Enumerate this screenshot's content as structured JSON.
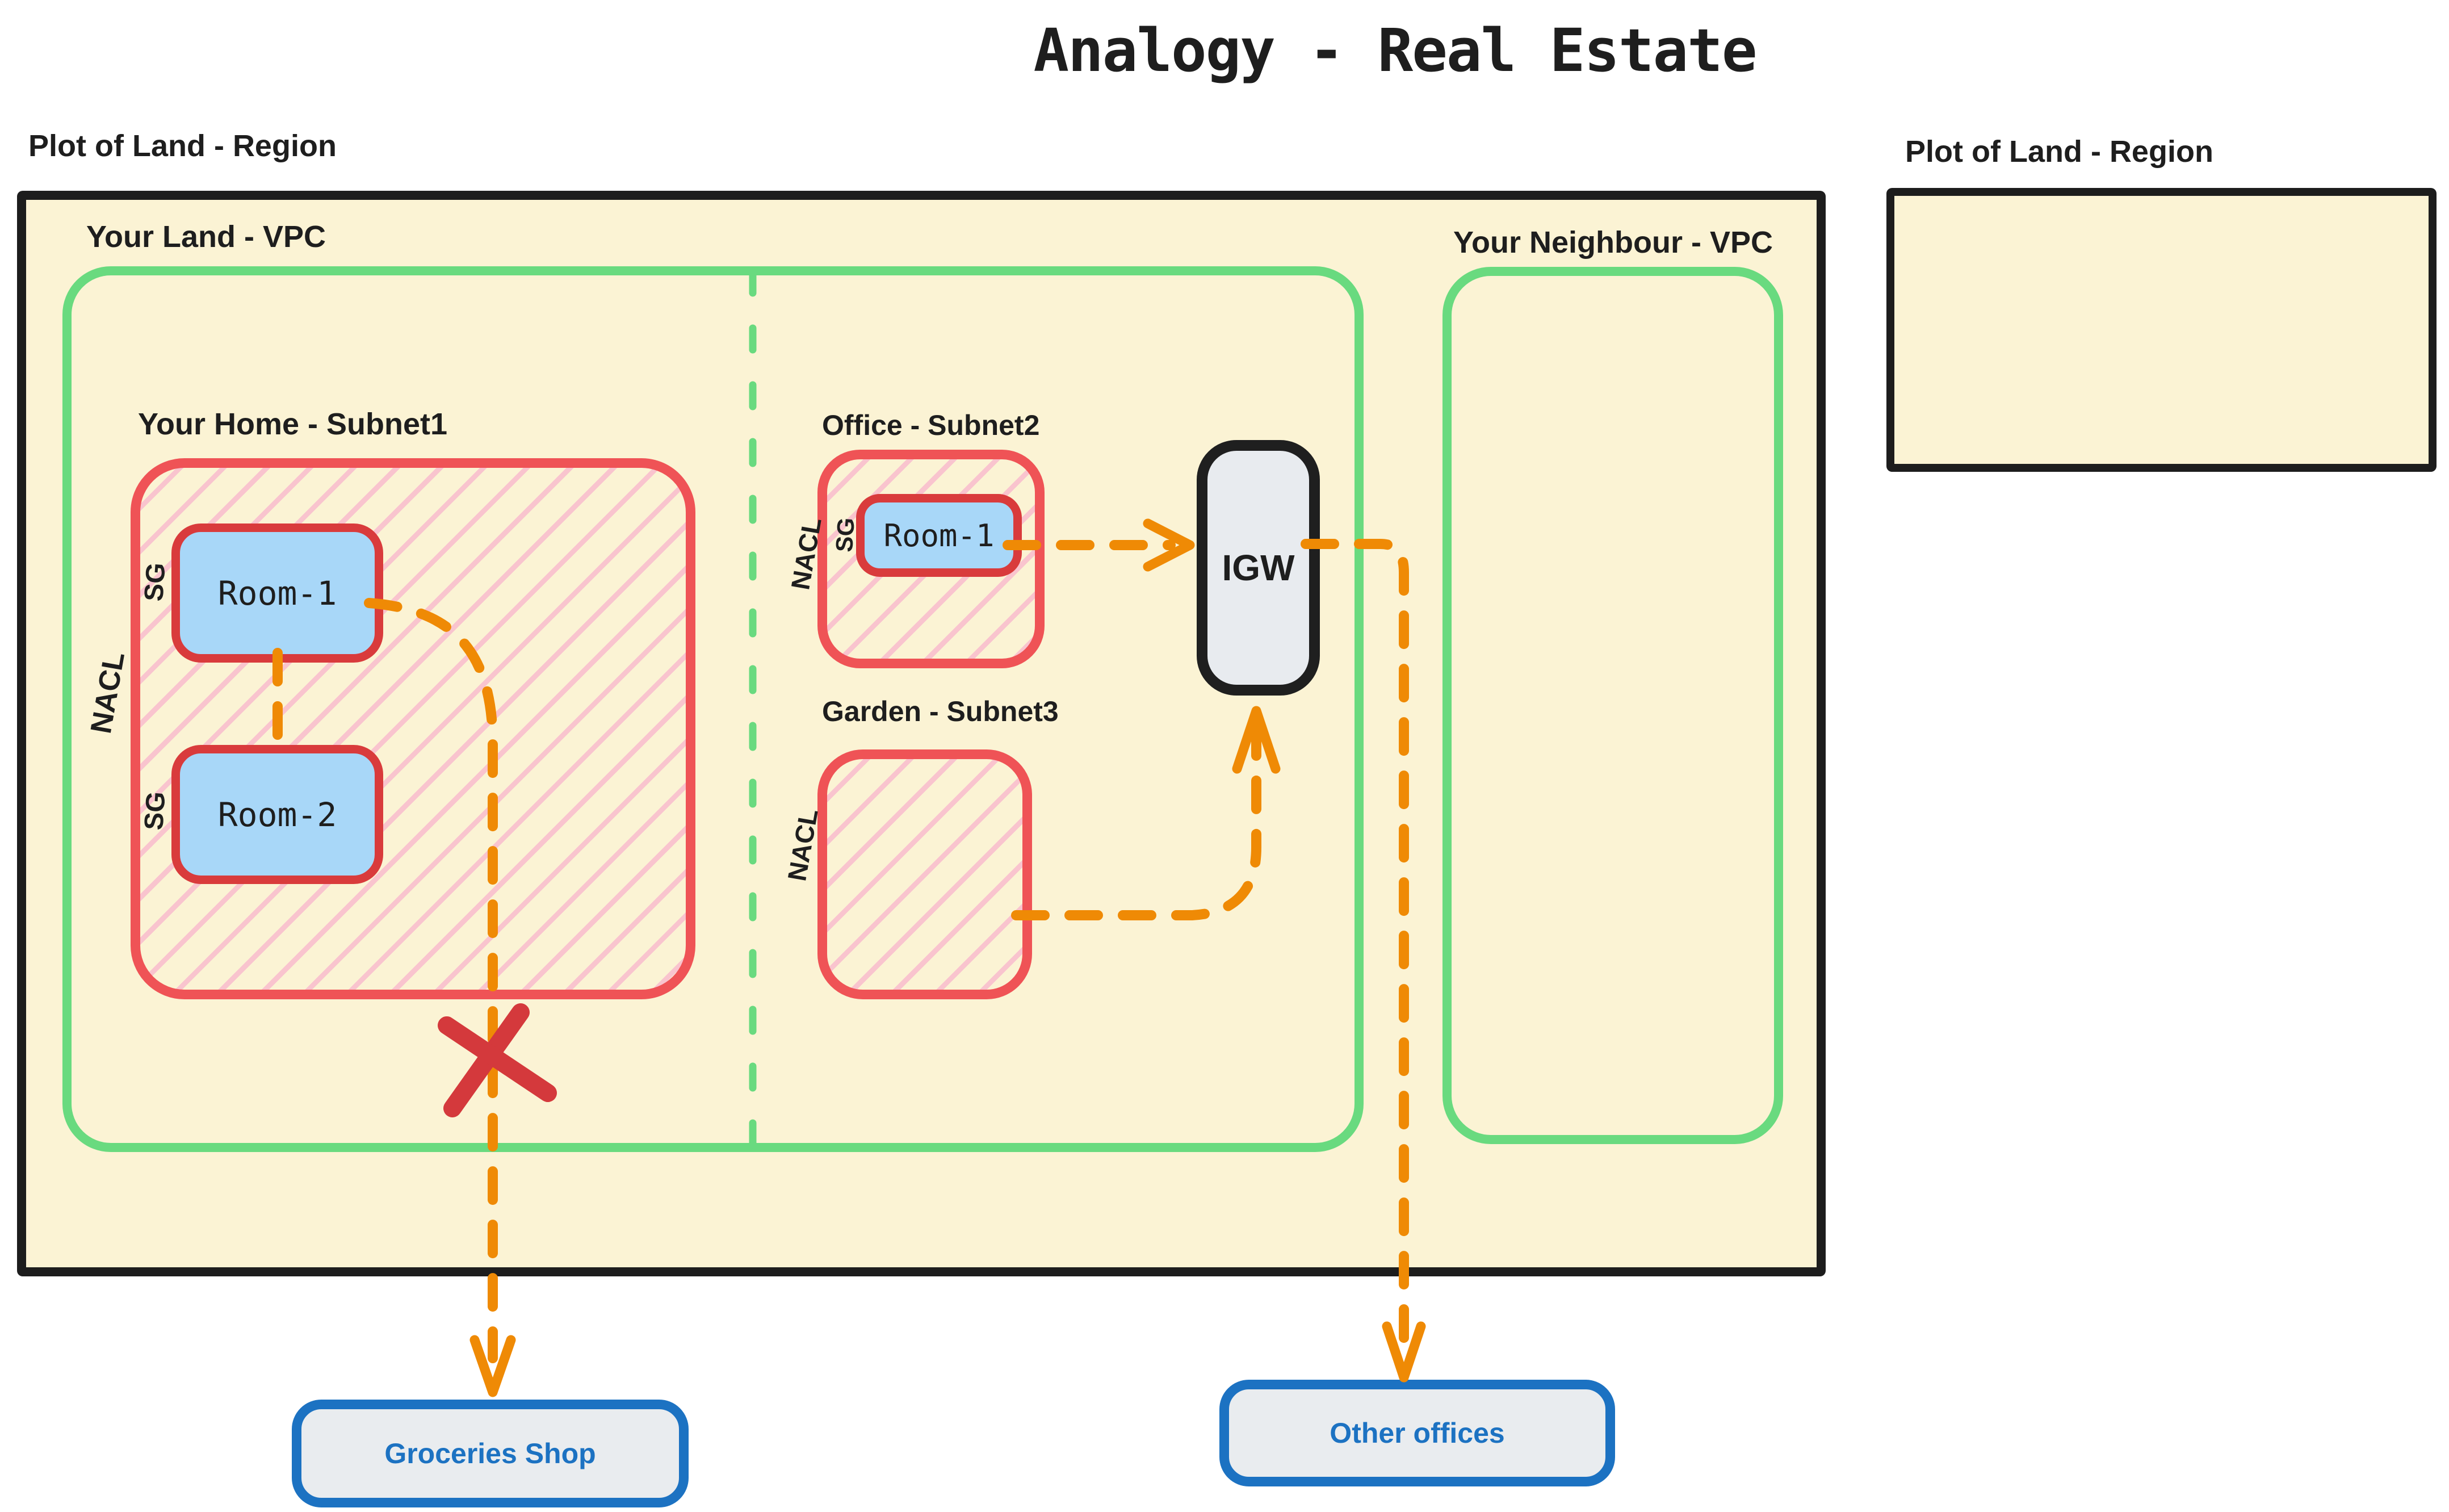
{
  "title": "Analogy - Real Estate",
  "regions": {
    "left": {
      "label": "Plot of Land - Region"
    },
    "right": {
      "label": "Plot of Land - Region"
    }
  },
  "vpcs": {
    "your_land": {
      "label": "Your Land - VPC"
    },
    "neighbour": {
      "label": "Your Neighbour - VPC"
    }
  },
  "subnets": {
    "home": {
      "label": "Your Home - Subnet1",
      "nacl": "NACL",
      "sg": "SG",
      "rooms": [
        "Room-1",
        "Room-2"
      ]
    },
    "office": {
      "label": "Office - Subnet2",
      "nacl": "NACL",
      "sg": "SG",
      "rooms": [
        "Room-1"
      ]
    },
    "garden": {
      "label": "Garden - Subnet3",
      "nacl": "NACL"
    }
  },
  "gateway": {
    "label": "IGW"
  },
  "external_nodes": {
    "groceries": {
      "label": "Groceries Shop"
    },
    "other_offices": {
      "label": "Other offices"
    }
  },
  "connectors": [
    {
      "id": "home-room1-to-room2",
      "from": "Room-1 (Home)",
      "to": "Room-2 (Home)",
      "style": "dashed",
      "color": "orange",
      "arrow": false
    },
    {
      "id": "home-room1-to-groceries",
      "from": "Room-1 (Home)",
      "to": "Groceries Shop",
      "style": "dashed",
      "color": "orange",
      "arrow": true,
      "blocked": true,
      "blocked_marker": "red X"
    },
    {
      "id": "office-room1-to-igw",
      "from": "Room-1 (Office)",
      "to": "IGW",
      "style": "dashed",
      "color": "orange",
      "arrow": true
    },
    {
      "id": "garden-to-igw",
      "from": "Garden - Subnet3",
      "to": "IGW",
      "style": "dashed",
      "color": "orange",
      "arrow": true
    },
    {
      "id": "igw-to-other-offices",
      "from": "IGW",
      "to": "Other offices",
      "style": "dashed",
      "color": "orange",
      "arrow": true
    },
    {
      "id": "az-divider",
      "from": "Your Land - VPC top",
      "to": "Your Land - VPC bottom",
      "style": "dashed",
      "color": "green",
      "arrow": false
    }
  ],
  "colors": {
    "background": "#FFFFFF",
    "region_fill": "#FBF3D4",
    "region_border": "#1D1D1D",
    "vpc_green": "#69DA7F",
    "subnet_red": "#EF5356",
    "room_border_red": "#D93B3C",
    "room_fill_blue": "#A8D7F8",
    "hatch_pink": "#F9C4CE",
    "connector_orange": "#EF8A05",
    "block_x_red": "#D4393C",
    "external_border_blue": "#1C72C2",
    "node_gray_fill": "#E9ECEF",
    "text": "#1E1E1E"
  }
}
